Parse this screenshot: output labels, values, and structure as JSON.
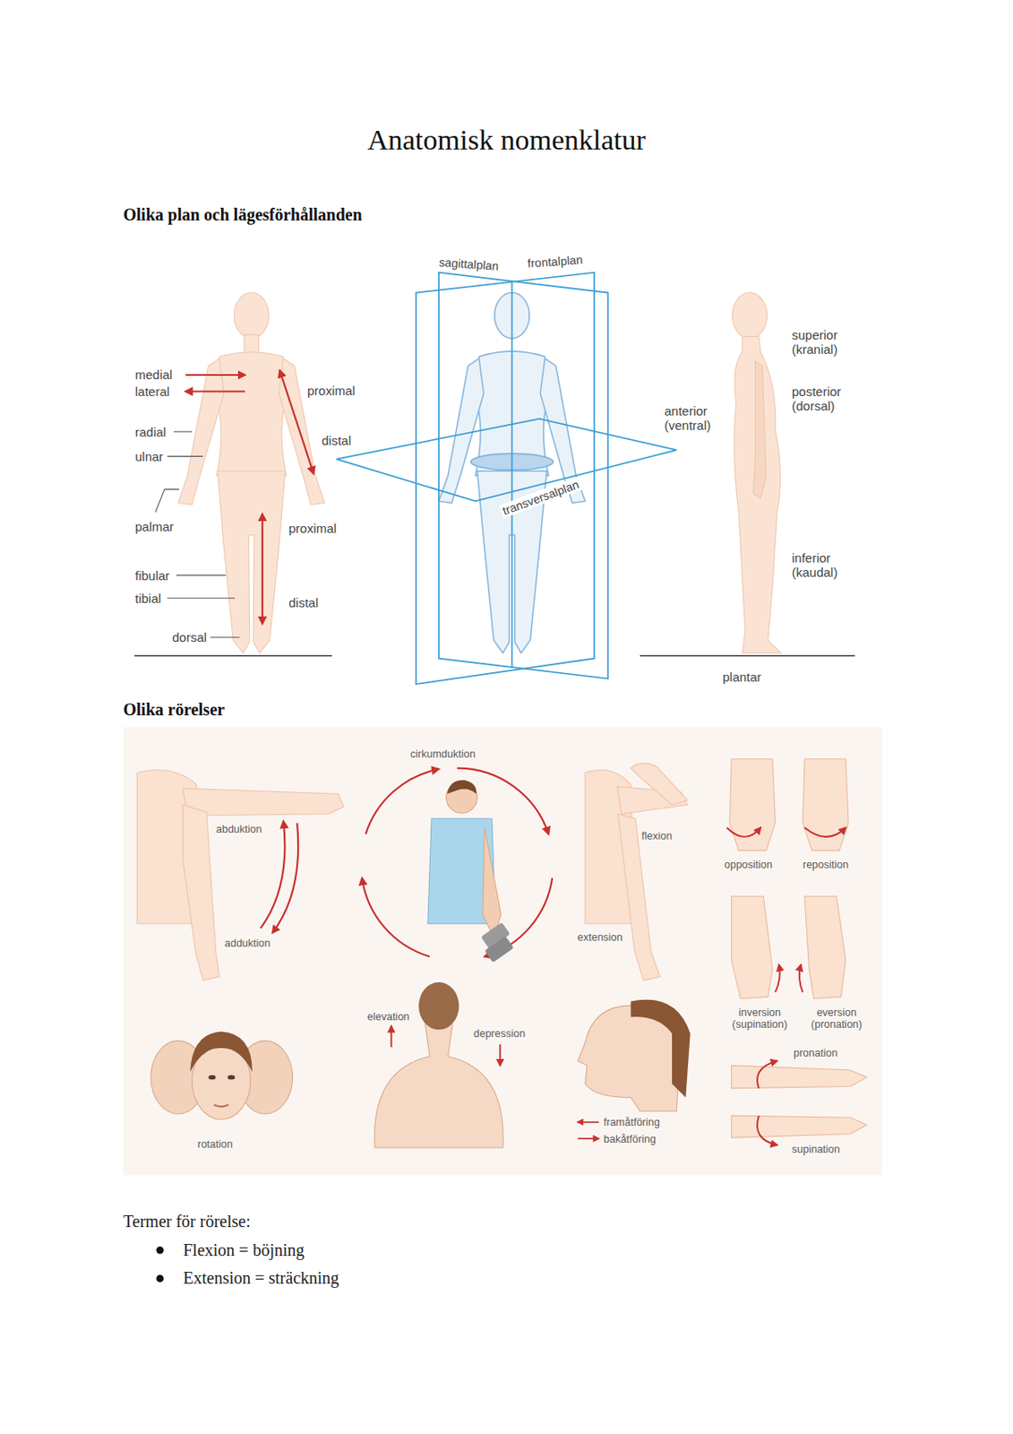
{
  "diagram": {
    "title": "Anatomisk nomenklatur",
    "labels": [
      "Olika plan och lägesförhållanden",
      "medial",
      "lateral",
      "proximal",
      "radial",
      "ulnar",
      "distal",
      "palmar",
      "proximal",
      "fibular",
      "tibial",
      "distal",
      "dorsal",
      "sagittalplan",
      "frontalplan",
      "transversalplan",
      "superior (kranial)",
      "anterior (ventral)",
      "posterior (dorsal)",
      "inferior (kaudal)",
      "plantar",
      "Olika rörelser",
      "cirkumduktion",
      "abduktion",
      "flexion",
      "opposition",
      "reposition",
      "adduktion",
      "extension",
      "inversion (supination)",
      "eversion (pronation)",
      "elevation",
      "depression",
      "pronation",
      "framåtföring",
      "bakåtföring",
      "rotation",
      "supination",
      "Termer för rörelse:",
      "Flexion = böjning",
      "Extension = sträckning"
    ]
  }
}
